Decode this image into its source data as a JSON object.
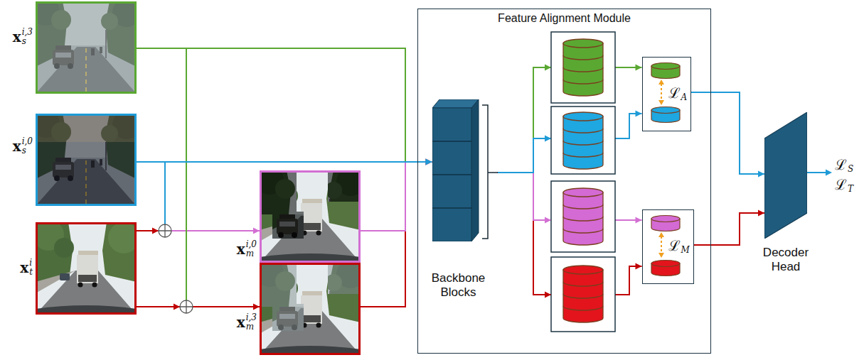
{
  "diagram": {
    "nodes": [
      {
        "text": [
          "x",
          "s",
          "i,3"
        ]
      },
      {
        "text": [
          "x",
          "s",
          "i,0"
        ]
      },
      {
        "text": [
          "x",
          "t",
          "i"
        ]
      },
      {
        "text": [
          "x",
          "m",
          "i,0"
        ]
      },
      {
        "text": [
          "x",
          "m",
          "i,3"
        ]
      },
      {
        "text": [
          "Feature Alignment Module"
        ]
      },
      {
        "text": [
          "Backbone Blocks"
        ],
        "in": 5
      },
      {
        "text": [
          "ℒ",
          "A"
        ],
        "in": 5
      },
      {
        "text": [
          "ℒ",
          "M"
        ],
        "in": 5
      },
      {
        "text": [
          "Decoder Head"
        ]
      }
    ],
    "edges": [
      {
        "from": 1,
        "to": 3,
        "arrow": "none"
      },
      {
        "from": 2,
        "to": 3,
        "arrow": "to"
      },
      {
        "from": 0,
        "to": 4,
        "arrow": "none"
      },
      {
        "from": 2,
        "to": 4,
        "arrow": "to"
      },
      {
        "from": 0,
        "to": 6,
        "arrow": "to"
      },
      {
        "from": 4,
        "to": 6,
        "arrow": "to"
      },
      {
        "from": 3,
        "to": 6,
        "arrow": "to"
      },
      {
        "from": 1,
        "to": 6,
        "arrow": "to"
      },
      {
        "from": 6,
        "to": 7,
        "arrow": "to"
      },
      {
        "from": 6,
        "to": 7,
        "arrow": "to"
      },
      {
        "from": 6,
        "to": 8,
        "arrow": "to"
      },
      {
        "from": 6,
        "to": 8,
        "arrow": "to"
      },
      {
        "from": 7,
        "to": 9,
        "arrow": "to"
      },
      {
        "from": 8,
        "to": 9,
        "arrow": "to"
      }
    ],
    "labels": [
      "ℒ",
      "S",
      "ℒ",
      "T"
    ]
  }
}
